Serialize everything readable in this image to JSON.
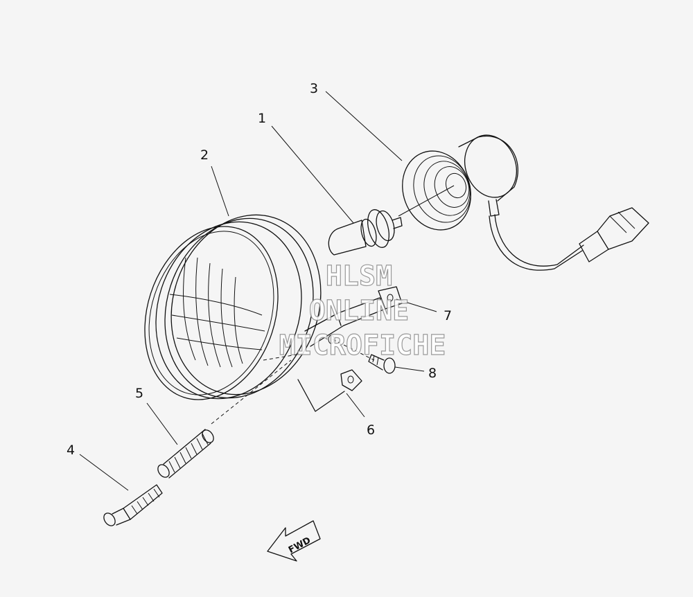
{
  "callouts": {
    "c1": "1",
    "c2": "2",
    "c3": "3",
    "c4": "4",
    "c5": "5",
    "c6": "6",
    "c7": "7",
    "c8": "8"
  },
  "watermark": {
    "line1": "HLSM",
    "line2": "ONLINE",
    "line3": "MICROFICHE"
  },
  "fwd_arrow": {
    "label": "FWD"
  }
}
